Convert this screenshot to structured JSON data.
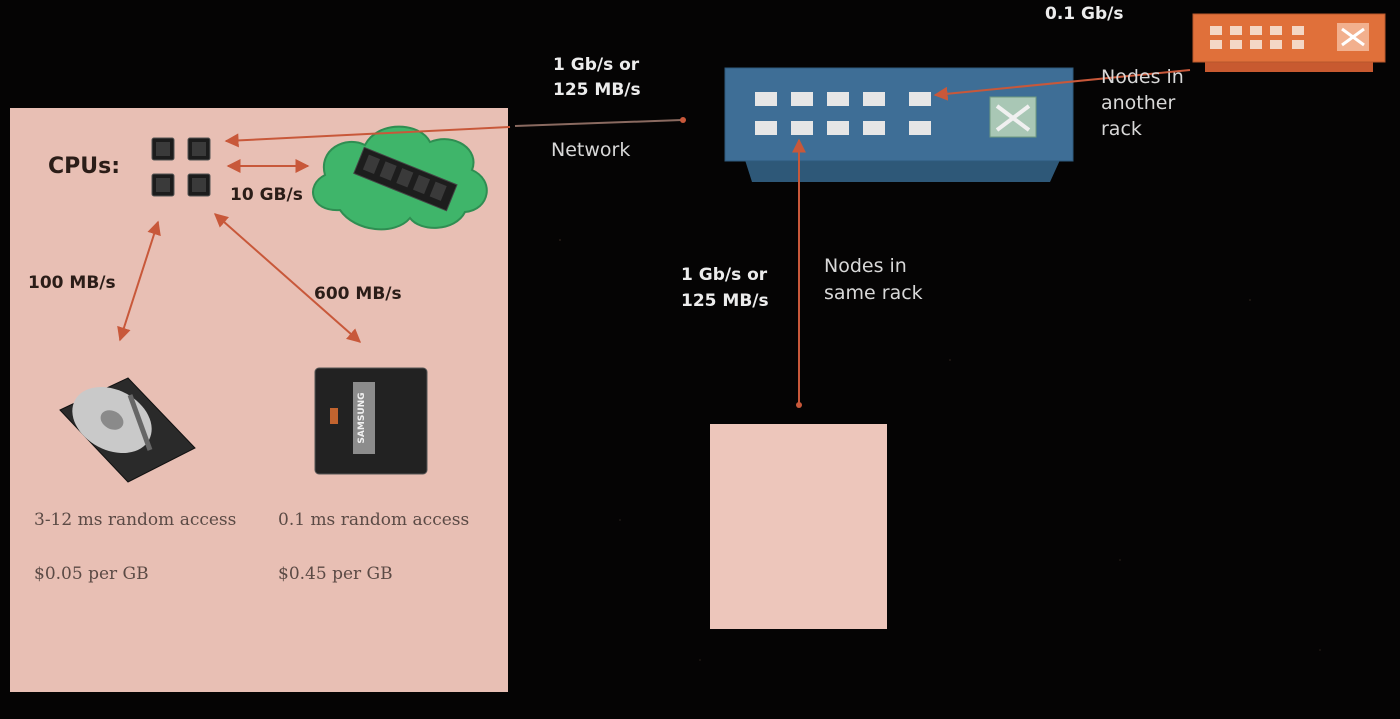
{
  "diagram": {
    "local_node": {
      "cpus_label": "CPUs:",
      "ram_bandwidth": "10 GB/s",
      "hdd_bandwidth": "100 MB/s",
      "ssd_bandwidth": "600 MB/s",
      "hdd_access": "3-12 ms random access",
      "hdd_price": "$0.05 per GB",
      "ssd_access": "0.1 ms random access",
      "ssd_price": "$0.45 per GB",
      "ssd_brand": "SAMSUNG"
    },
    "network": {
      "label": "Network",
      "link_speed_line1": "1 Gb/s or",
      "link_speed_line2": "125 MB/s"
    },
    "same_rack": {
      "link_speed_line1": "1 Gb/s or",
      "link_speed_line2": "125 MB/s",
      "label_line1": "Nodes in",
      "label_line2": "same rack"
    },
    "other_rack": {
      "link_speed": "0.1 Gb/s",
      "label_line1": "Nodes in",
      "label_line2": "another",
      "label_line3": "rack"
    }
  },
  "colors": {
    "node_fill": "#e8bfb4",
    "arrow": "#c8583a",
    "main_switch": "#3e6e96",
    "rack_switch": "#e0703a",
    "ram_cloud": "#3fb56a",
    "background": "#050404"
  }
}
